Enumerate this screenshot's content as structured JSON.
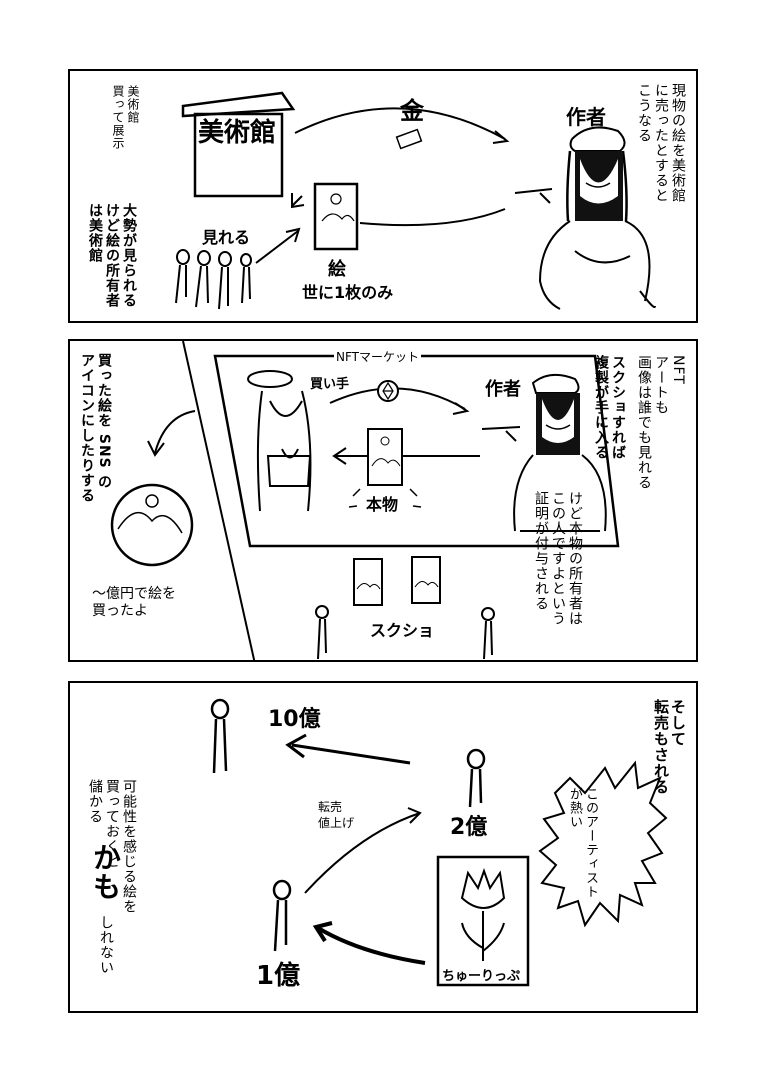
{
  "panel1": {
    "caption_museum": "美術館\n買って展示",
    "museum_sign": "美術館",
    "caption_right": "現物の絵を美術館\nに売ったとすると\nこうなる",
    "author": "作者",
    "money": "金",
    "caption_left": "大勢が見られる\nけど絵の所有者\nは美術館",
    "can_see": "見れる",
    "picture_label": "絵",
    "one_only": "世に1枚のみ"
  },
  "panel2": {
    "market_title": "NFTマーケット",
    "buyer": "買い手",
    "author": "作者",
    "authentic": "本物",
    "caption_right_1": "NFT\nアートも\n画像は誰でも見れる",
    "caption_right_2": "スクショすれば\n複製が手に入る",
    "caption_right_3": "けど本物の所有者は\nこの人ですよという\n証明が付与される",
    "caption_left": "買った絵を SNS の\nアイコンにしたりする",
    "boast": "〜億円で絵を\n買ったよ",
    "screenshot": "スクショ"
  },
  "panel3": {
    "caption_right": "そして\n転売もされる",
    "bubble": "このアーティスト\nが熱い",
    "price_10": "10億",
    "price_2": "2億",
    "price_1": "1億",
    "resale": "転売\n値上げ",
    "tulip": "ちゅーりっぷ",
    "caption_left_1": "可能性を感じる絵を\n買っておくと\n儲かる",
    "caption_left_2": "かも",
    "caption_left_3": "しれない"
  }
}
